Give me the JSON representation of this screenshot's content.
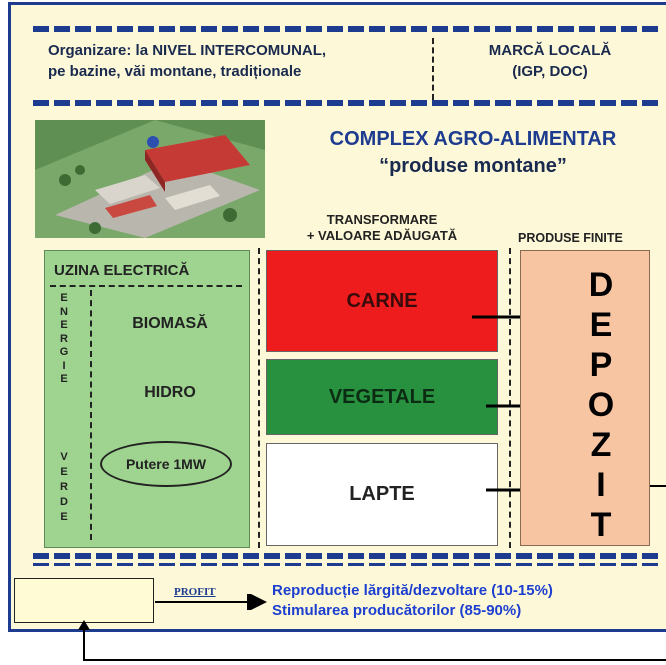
{
  "top": {
    "organizare_line1": "Organizare: la NIVEL INTERCOMUNAL,",
    "organizare_line2": "pe bazine, văi montane, tradiționale",
    "marca_line1": "MARCĂ LOCALĂ",
    "marca_line2": "(IGP, DOC)"
  },
  "complex": {
    "title": "COMPLEX AGRO-ALIMENTAR",
    "subtitle": "“produse montane”"
  },
  "columns": {
    "transformare_line1": "TRANSFORMARE",
    "transformare_line2": "+ VALOARE ADĂUGATĂ",
    "produse_finite": "PRODUSE FINITE"
  },
  "uzina": {
    "title": "UZINA ELECTRICĂ",
    "energie_letters": [
      "E",
      "N",
      "E",
      "R",
      "G",
      "I",
      "E"
    ],
    "verde_letters": [
      "V",
      "E",
      "R",
      "D",
      "E"
    ],
    "biomasa": "BIOMASĂ",
    "hidro": "HIDRO",
    "putere": "Putere 1MW"
  },
  "products": {
    "carne": "CARNE",
    "vegetale": "VEGETALE",
    "lapte": "LAPTE"
  },
  "depozit_letters": [
    "D",
    "E",
    "P",
    "O",
    "Z",
    "I",
    "T"
  ],
  "bottom": {
    "profit": "PROFIT",
    "line1": "Reproducție lărgită/dezvoltare (10-15%)",
    "line2": "Stimularea producătorilor (85-90%)"
  },
  "colors": {
    "frame": "#1d3b8f",
    "carne": "#ee1c1c",
    "vegetale": "#27913f",
    "depozit": "#f7c5a2",
    "uzina": "#9ed48f"
  }
}
